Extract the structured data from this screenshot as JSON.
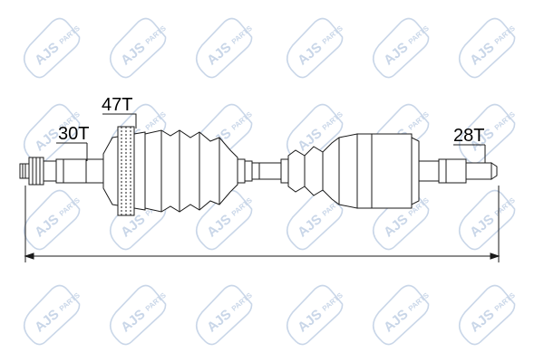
{
  "watermark": {
    "brand": "AJS",
    "suffix": "PARTS",
    "color": "#9db6d6"
  },
  "labels": {
    "spline_outer": "30T",
    "abs_ring": "47T",
    "spline_inner": "28T"
  },
  "colors": {
    "line": "#1a1a1a"
  }
}
